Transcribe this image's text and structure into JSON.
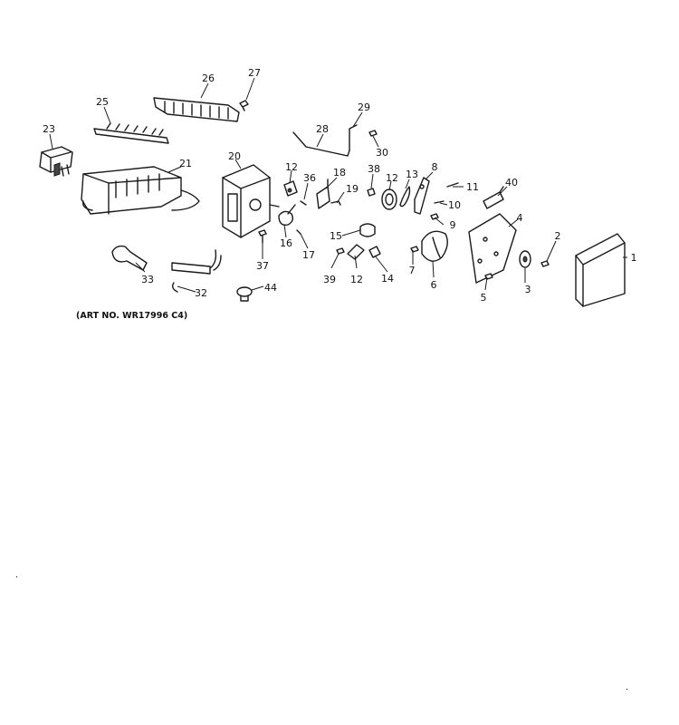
{
  "caption": "(ART NO. WR17996 C4)",
  "callouts": {
    "c1": "1",
    "c2": "2",
    "c3": "3",
    "c4": "4",
    "c5": "5",
    "c6": "6",
    "c7": "7",
    "c8": "8",
    "c9": "9",
    "c10": "10",
    "c11": "11",
    "c12a": "12",
    "c12b": "12",
    "c12c": "12",
    "c13": "13",
    "c14": "14",
    "c15": "15",
    "c16": "16",
    "c17": "17",
    "c18": "18",
    "c19": "19",
    "c20": "20",
    "c21": "21",
    "c23": "23",
    "c25": "25",
    "c26": "26",
    "c27": "27",
    "c28": "28",
    "c29": "29",
    "c30": "30",
    "c32": "32",
    "c33": "33",
    "c36": "36",
    "c37": "37",
    "c38": "38",
    "c39": "39",
    "c40": "40",
    "c44": "44"
  }
}
